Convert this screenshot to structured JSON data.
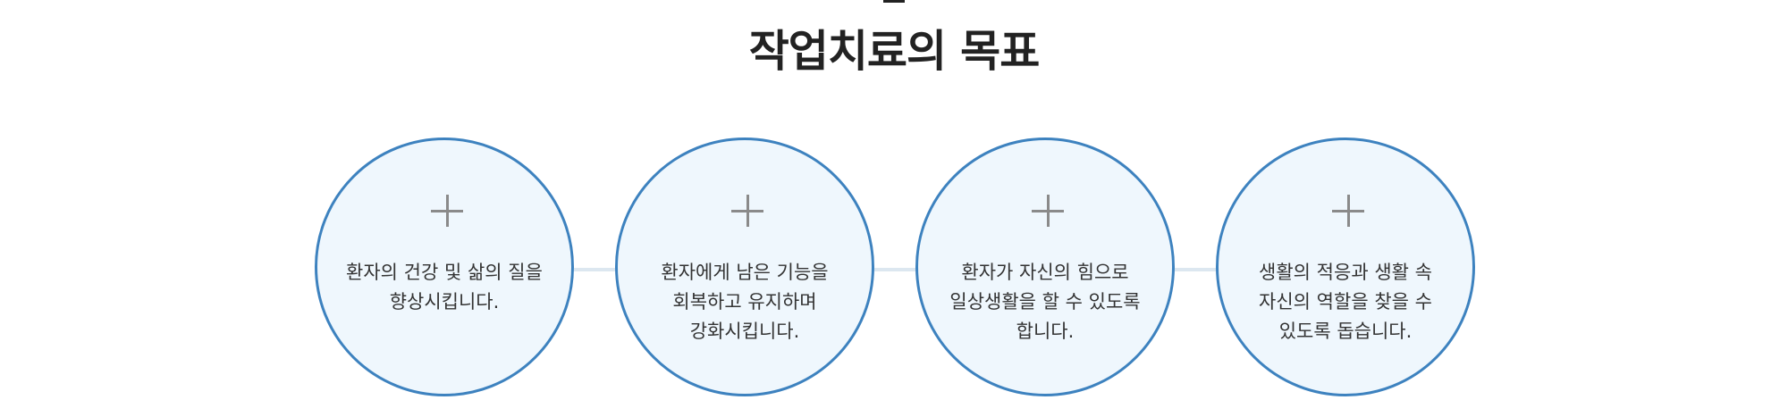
{
  "section": {
    "title": "작업치료의 목표"
  },
  "goals": [
    {
      "lines": [
        "환자의 건강 및 삶의 질을",
        "향상시킵니다."
      ]
    },
    {
      "lines": [
        "환자에게 남은 기능을",
        "회복하고 유지하며",
        "강화시킵니다."
      ]
    },
    {
      "lines": [
        "환자가 자신의 힘으로",
        "일상생활을 할 수 있도록",
        "합니다."
      ]
    },
    {
      "lines": [
        "생활의 적응과 생활 속",
        "자신의 역할을 찾을 수",
        "있도록 돕습니다."
      ]
    }
  ],
  "icons": {
    "goal_icon": "plus-icon"
  },
  "colors": {
    "circle_border": "#3d82bf",
    "circle_fill": "#eff7fd",
    "connector": "#dce7f0",
    "title_text": "#222222",
    "body_text": "#333333",
    "icon": "#8a8a8a"
  }
}
